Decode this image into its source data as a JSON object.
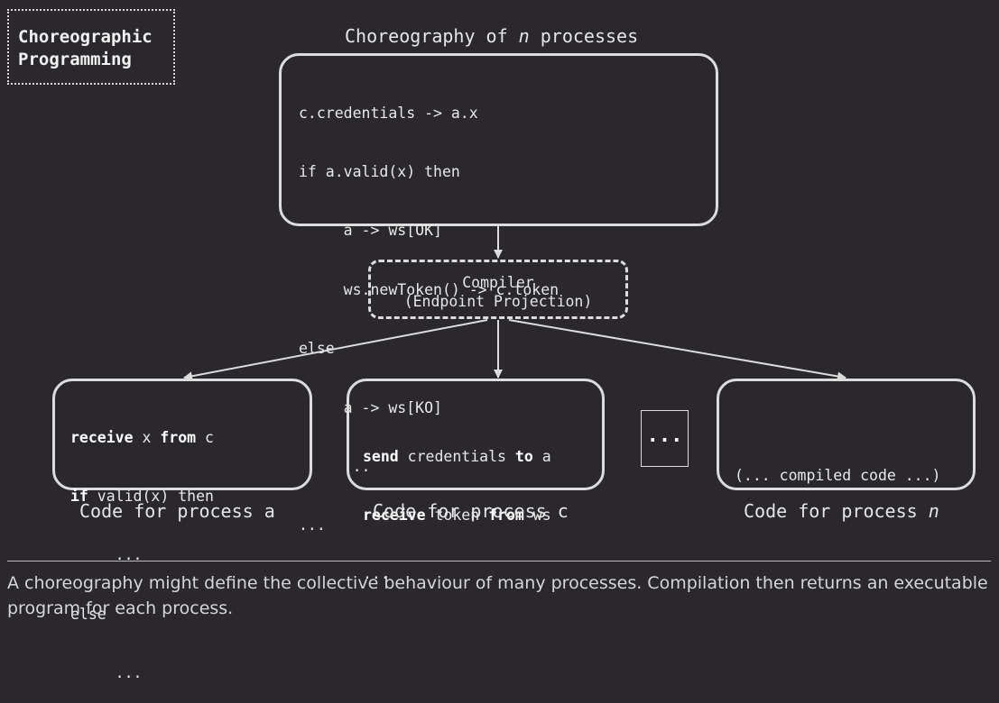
{
  "badge": {
    "line1": "Choreographic",
    "line2": "Programming"
  },
  "choreography": {
    "title_prefix": "Choreography of ",
    "title_var": "n",
    "title_suffix": " processes",
    "code": [
      "c.credentials -> a.x",
      "if a.valid(x) then",
      "     a -> ws[OK]",
      "     ws.newToken() -> c.token",
      "else",
      "     a -> ws[KO]",
      "     ...",
      "..."
    ]
  },
  "compiler": {
    "line1": "Compiler",
    "line2": "(Endpoint Projection)"
  },
  "process_a": {
    "line1_kw": "receive",
    "line1_mid": " x ",
    "line1_kw2": "from",
    "line1_end": " c",
    "line2_kw": "if",
    "line2_rest": " valid(x) then",
    "line3": "     ...",
    "line4": "else",
    "line5": "     ...",
    "label": "Code for process a"
  },
  "process_c": {
    "line1_kw": "send",
    "line1_mid": " credentials ",
    "line1_kw2": "to",
    "line1_end": " a",
    "line2_kw": "receive",
    "line2_mid": " token ",
    "line2_kw2": "from",
    "line2_end": " ws",
    "line3": "...",
    "label": "Code for process c"
  },
  "ellipsis": "...",
  "process_n": {
    "code": "(... compiled code ...)",
    "label_prefix": "Code for process ",
    "label_var": "n"
  },
  "caption": "A choreography might define the collective behaviour of many processes. Compilation then returns an executable program for each process.",
  "colors": {
    "background": "#2a282c",
    "stroke": "#dcdcdc",
    "text": "#e6e6e6"
  }
}
